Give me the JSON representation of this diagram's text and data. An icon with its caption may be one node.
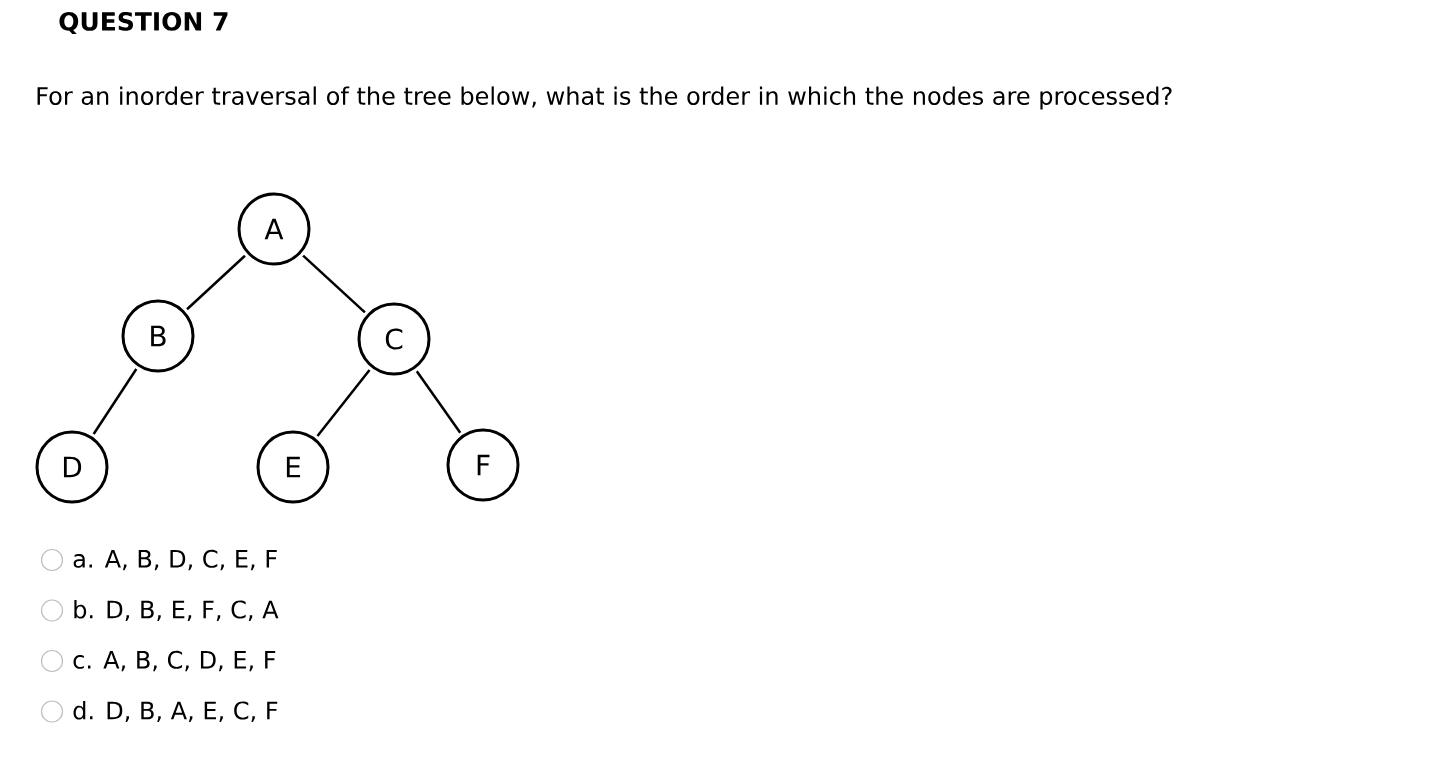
{
  "diagram": {
    "title": "QUESTION 7",
    "nodes": [
      {
        "text": [
          "A"
        ]
      },
      {
        "text": [
          "B"
        ]
      },
      {
        "text": [
          "C"
        ]
      },
      {
        "text": [
          "D"
        ]
      },
      {
        "text": [
          "E"
        ]
      },
      {
        "text": [
          "F"
        ]
      }
    ],
    "edges": [
      {
        "from": 0,
        "to": 1,
        "arrow": "none"
      },
      {
        "from": 0,
        "to": 2,
        "arrow": "none"
      },
      {
        "from": 1,
        "to": 3,
        "arrow": "none"
      },
      {
        "from": 2,
        "to": 4,
        "arrow": "none"
      },
      {
        "from": 2,
        "to": 5,
        "arrow": "none"
      }
    ],
    "labels": [
      "For an inorder traversal of the tree below, what is the order in which the nodes are processed?",
      "a. A, B, D, C, E, F",
      "b. D, B, E, F, C, A",
      "c. A, B, C, D, E, F",
      "d. D, B, A, E, C, F"
    ]
  }
}
